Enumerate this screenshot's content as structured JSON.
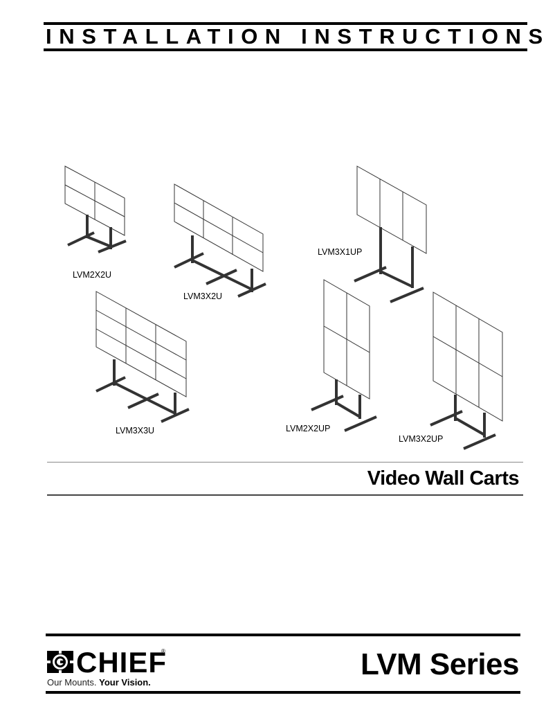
{
  "header": {
    "title": "INSTALLATION INSTRUCTIONS"
  },
  "products": [
    {
      "model": "LVM2X2U"
    },
    {
      "model": "LVM3X2U"
    },
    {
      "model": "LVM3X1UP"
    },
    {
      "model": "LVM3X3U"
    },
    {
      "model": "LVM2X2UP"
    },
    {
      "model": "LVM3X2UP"
    }
  ],
  "document": {
    "subtitle": "Video Wall Carts",
    "series": "LVM Series"
  },
  "brand": {
    "name": "CHIEF",
    "registered": "®",
    "tagline_regular": "Our Mounts.",
    "tagline_bold": "Your Vision."
  }
}
